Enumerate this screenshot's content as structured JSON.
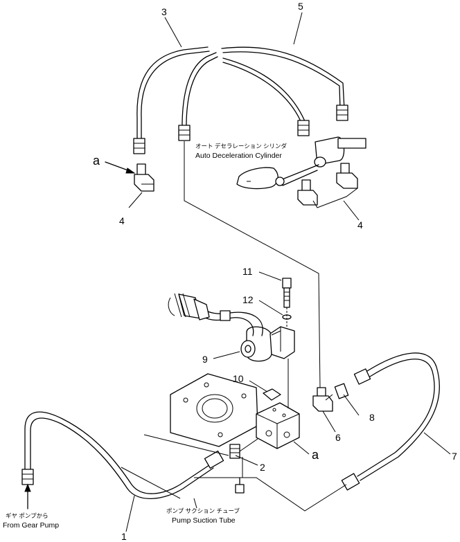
{
  "callouts": {
    "n1": "1",
    "n2": "2",
    "n3": "3",
    "n4_left": "4",
    "n4_right": "4",
    "n5": "5",
    "n6": "6",
    "n7": "7",
    "n8": "8",
    "n9": "9",
    "n10": "10",
    "n11": "11",
    "n12": "12",
    "a_top": "a",
    "a_bottom": "a"
  },
  "labels": {
    "cylinder_jp": "オート デセラレーション シリンダ",
    "cylinder_en": "Auto Deceleration Cylinder",
    "gear_pump_jp": "ギヤ ポンプから",
    "gear_pump_en": "From Gear Pump",
    "suction_jp": "ポンプ サクション チューブ",
    "suction_en": "Pump Suction Tube"
  }
}
